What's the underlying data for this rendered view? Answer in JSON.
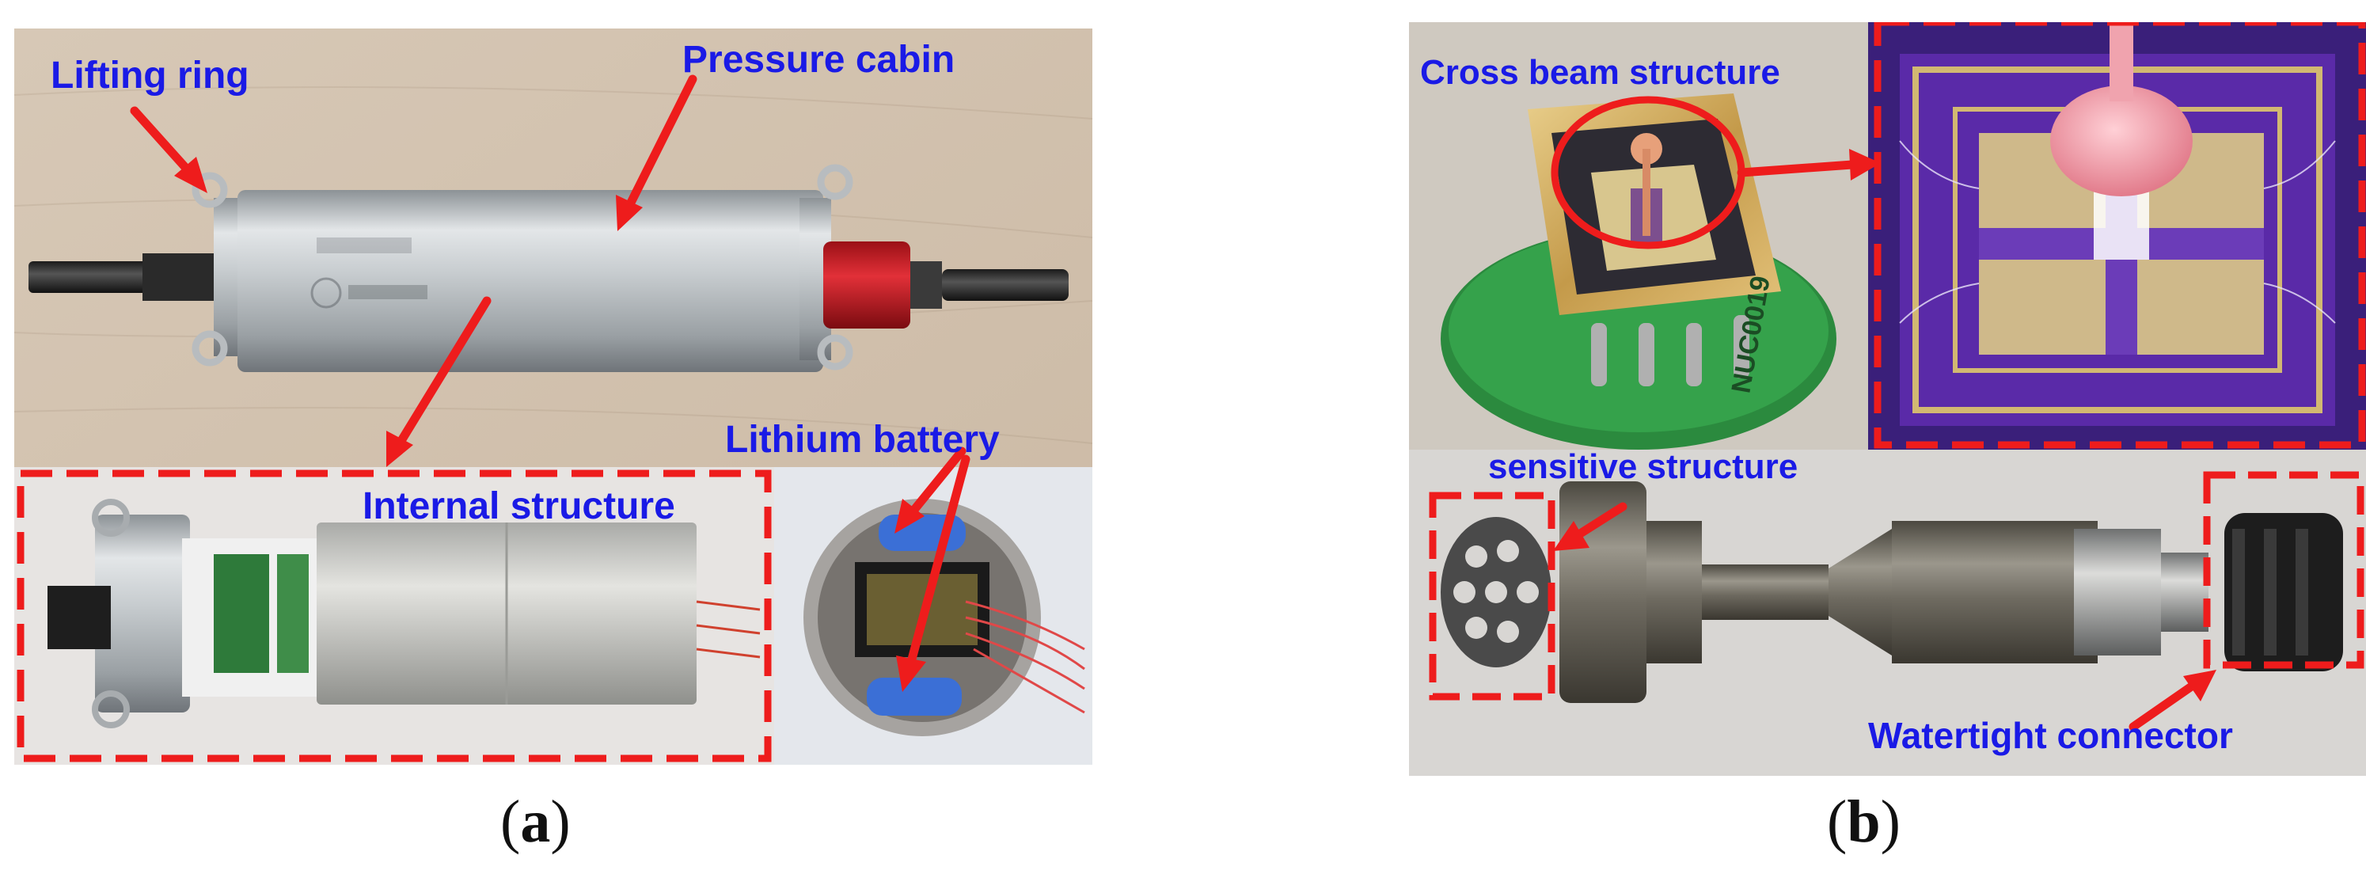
{
  "panel_a": {
    "labels": {
      "lifting_ring": "Lifting ring",
      "pressure_cabin": "Pressure cabin",
      "lithium_battery": "Lithium battery",
      "internal_structure": "Internal structure"
    },
    "caption": {
      "open": "(",
      "letter": "a",
      "close": ")"
    }
  },
  "panel_b": {
    "labels": {
      "cross_beam": "Cross beam structure",
      "sensitive_structure": "sensitive structure",
      "watertight_connector": "Watertight connector"
    },
    "chip_text": "NUC0019",
    "caption": {
      "open": "(",
      "letter": "b",
      "close": ")"
    }
  },
  "colors": {
    "label_text": "#1a1ae6",
    "arrow": "#ee1c1c",
    "dashed_box": "#ee1c1c"
  }
}
